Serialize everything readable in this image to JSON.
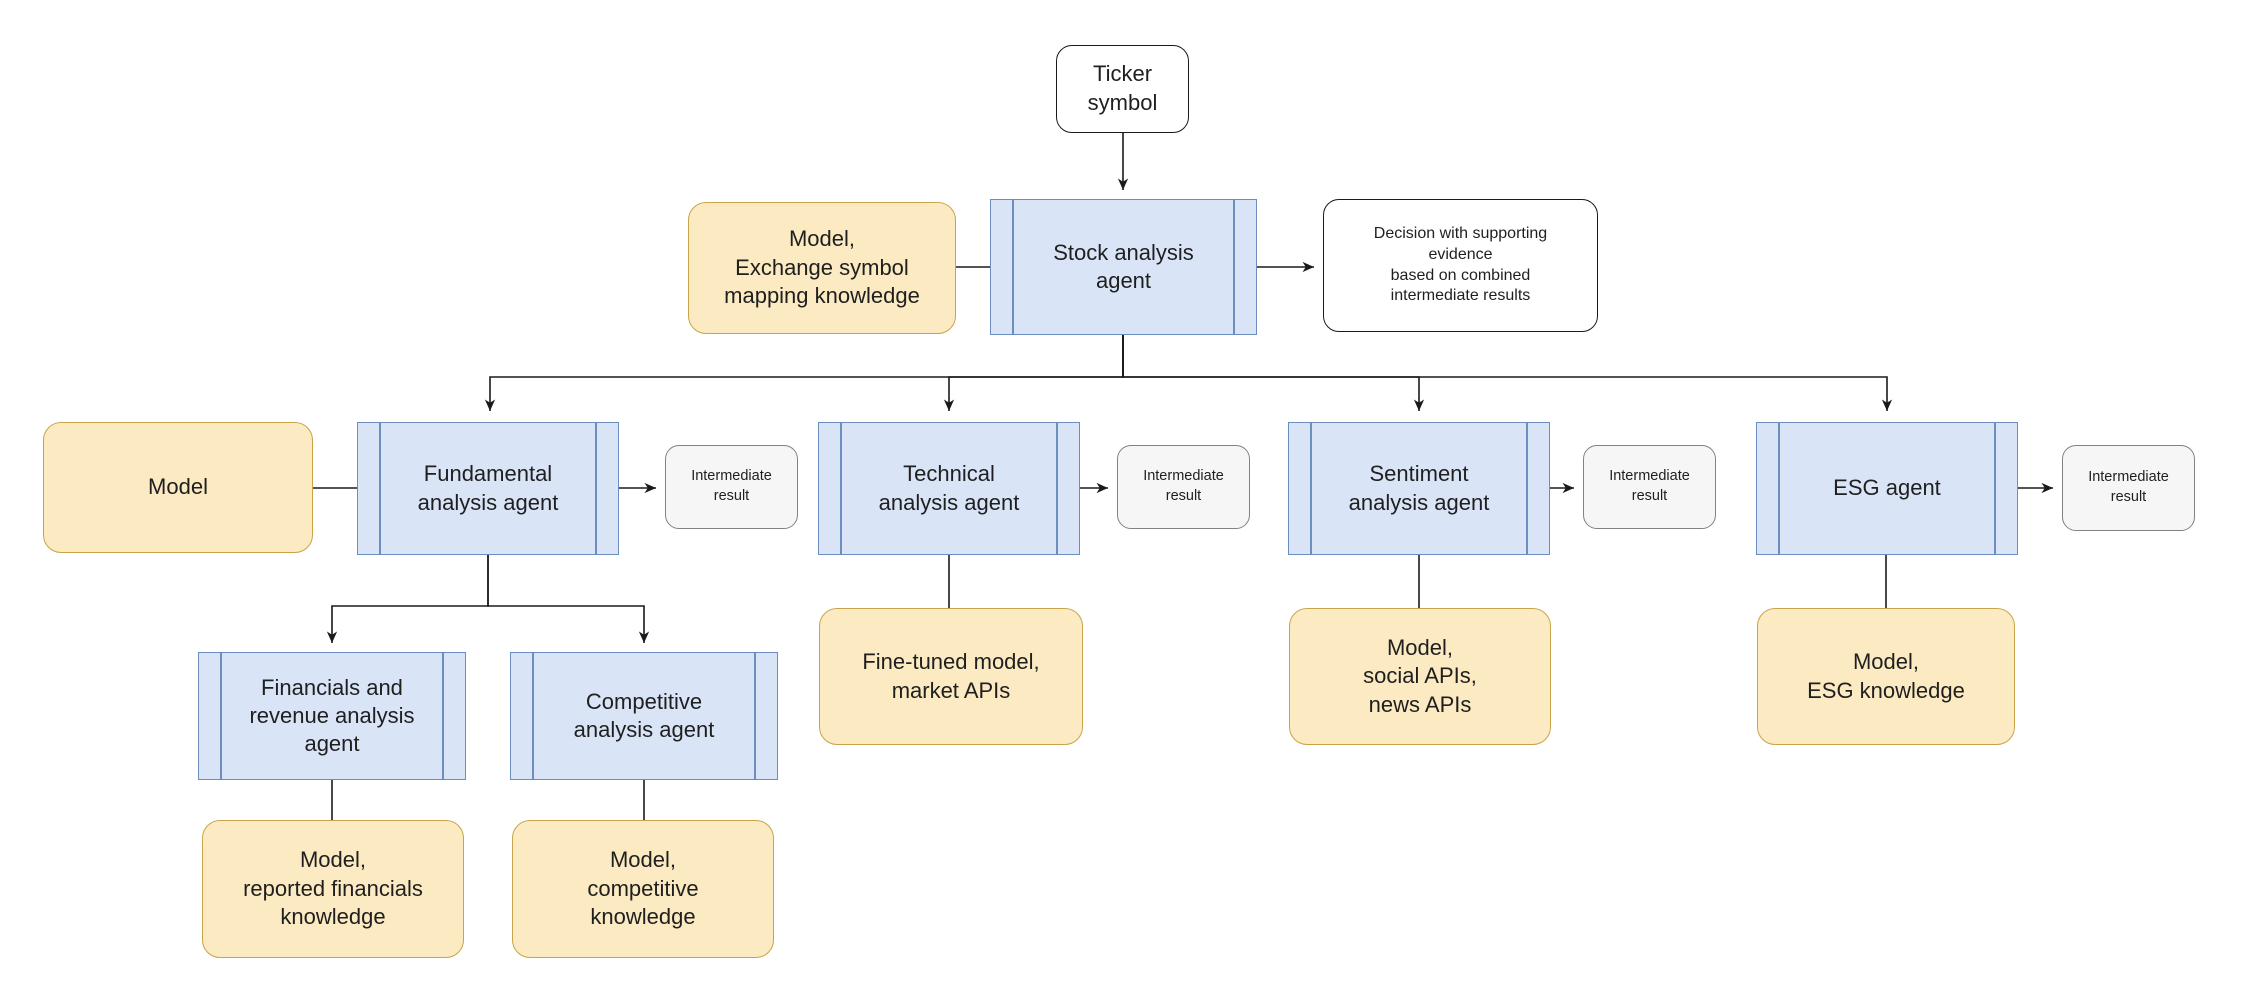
{
  "diagram": {
    "type": "flowchart",
    "nodes": {
      "ticker": {
        "label": "Ticker\nsymbol",
        "shape": "rounded-io"
      },
      "knowledge_main": {
        "label": "Model,\nExchange symbol\nmapping knowledge",
        "shape": "knowledge"
      },
      "stock": {
        "label": "Stock analysis\nagent",
        "shape": "process"
      },
      "decision": {
        "label": "Decision with supporting\nevidence\nbased on combined\nintermediate results",
        "shape": "rounded-io"
      },
      "model": {
        "label": "Model",
        "shape": "knowledge"
      },
      "fundamental": {
        "label": "Fundamental\nanalysis agent",
        "shape": "process"
      },
      "technical": {
        "label": "Technical\nanalysis agent",
        "shape": "process"
      },
      "sentiment": {
        "label": "Sentiment\nanalysis agent",
        "shape": "process"
      },
      "esg": {
        "label": "ESG agent",
        "shape": "process"
      },
      "result1": {
        "label": "Intermediate\nresult",
        "shape": "result"
      },
      "result2": {
        "label": "Intermediate\nresult",
        "shape": "result"
      },
      "result3": {
        "label": "Intermediate\nresult",
        "shape": "result"
      },
      "result4": {
        "label": "Intermediate\nresult",
        "shape": "result"
      },
      "financials": {
        "label": "Financials and\nrevenue analysis\nagent",
        "shape": "process"
      },
      "competitive": {
        "label": "Competitive\nanalysis agent",
        "shape": "process"
      },
      "k_reported": {
        "label": "Model,\nreported financials\nknowledge",
        "shape": "knowledge"
      },
      "k_competitive": {
        "label": "Model,\ncompetitive\nknowledge",
        "shape": "knowledge"
      },
      "k_finetuned": {
        "label": "Fine-tuned model,\nmarket APIs",
        "shape": "knowledge"
      },
      "k_social": {
        "label": "Model,\nsocial APIs,\nnews APIs",
        "shape": "knowledge"
      },
      "k_esg": {
        "label": "Model,\nESG knowledge",
        "shape": "knowledge"
      }
    },
    "edges": [
      {
        "from": "ticker",
        "to": "stock",
        "arrow": true
      },
      {
        "from": "knowledge_main",
        "to": "stock",
        "arrow": false
      },
      {
        "from": "stock",
        "to": "decision",
        "arrow": true
      },
      {
        "from": "stock",
        "to": "fundamental",
        "arrow": true
      },
      {
        "from": "stock",
        "to": "technical",
        "arrow": true
      },
      {
        "from": "stock",
        "to": "sentiment",
        "arrow": true
      },
      {
        "from": "stock",
        "to": "esg",
        "arrow": true
      },
      {
        "from": "model",
        "to": "fundamental",
        "arrow": false
      },
      {
        "from": "fundamental",
        "to": "result1",
        "arrow": true
      },
      {
        "from": "technical",
        "to": "result2",
        "arrow": true
      },
      {
        "from": "sentiment",
        "to": "result3",
        "arrow": true
      },
      {
        "from": "esg",
        "to": "result4",
        "arrow": true
      },
      {
        "from": "fundamental",
        "to": "financials",
        "arrow": true
      },
      {
        "from": "fundamental",
        "to": "competitive",
        "arrow": true
      },
      {
        "from": "financials",
        "to": "k_reported",
        "arrow": false
      },
      {
        "from": "competitive",
        "to": "k_competitive",
        "arrow": false
      },
      {
        "from": "technical",
        "to": "k_finetuned",
        "arrow": false
      },
      {
        "from": "sentiment",
        "to": "k_social",
        "arrow": false
      },
      {
        "from": "esg",
        "to": "k_esg",
        "arrow": false
      }
    ]
  },
  "colors": {
    "agent_fill": "#d9e5f7",
    "agent_stroke": "#6c8ebf",
    "knowledge_fill": "#fbeac2",
    "knowledge_stroke": "#c9a44a",
    "result_fill": "#f6f6f6",
    "result_stroke": "#828282",
    "io_fill": "#ffffff",
    "io_stroke": "#1a1a1a",
    "connector": "#1a1a1a",
    "text": "#1f1f1f"
  }
}
